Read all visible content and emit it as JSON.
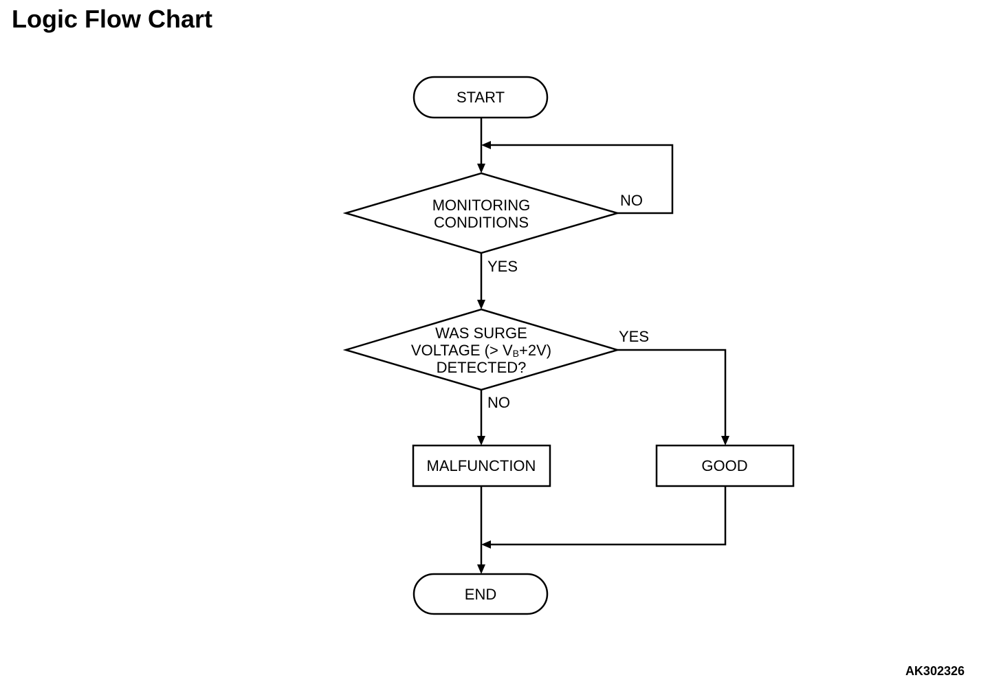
{
  "header": {
    "title": "Logic Flow Chart"
  },
  "footer": {
    "figure_code": "AK302326"
  },
  "nodes": {
    "start": {
      "label": "START"
    },
    "monitoring": {
      "lines": [
        "MONITORING",
        "CONDITIONS"
      ]
    },
    "surge": {
      "lines": [
        "WAS SURGE",
        "VOLTAGE (> V",
        "+2V)",
        "DETECTED?"
      ],
      "subscript": "B"
    },
    "malfunction": {
      "label": "MALFUNCTION"
    },
    "good": {
      "label": "GOOD"
    },
    "end": {
      "label": "END"
    }
  },
  "edges": {
    "monitoring_no": "NO",
    "monitoring_yes": "YES",
    "surge_yes": "YES",
    "surge_no": "NO"
  }
}
